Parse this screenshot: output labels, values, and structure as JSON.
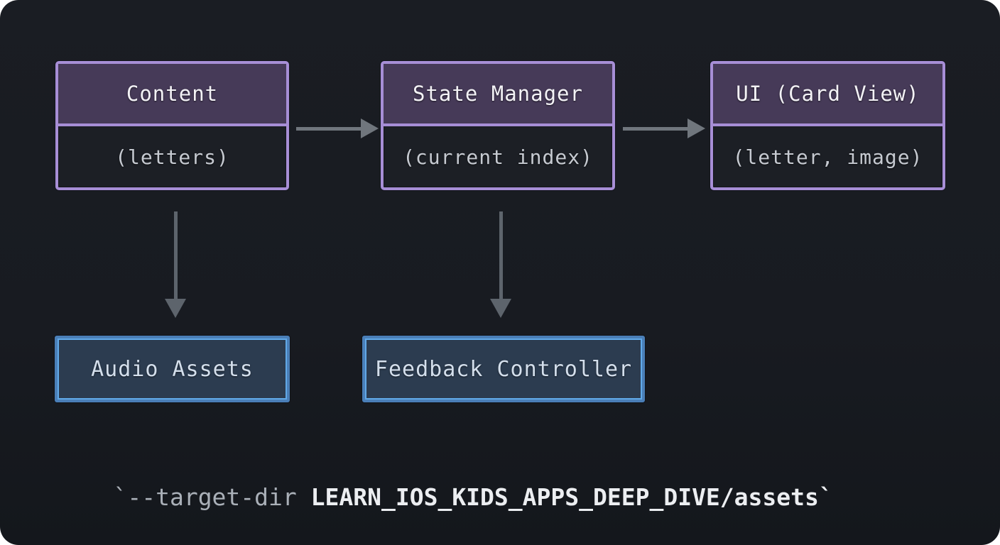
{
  "diagram": {
    "top_boxes": [
      {
        "title": "Content",
        "subtitle": "(letters)"
      },
      {
        "title": "State Manager",
        "subtitle": "(current index)"
      },
      {
        "title": "UI (Card View)",
        "subtitle": "(letter, image)"
      }
    ],
    "bottom_boxes": [
      {
        "label": "Audio Assets"
      },
      {
        "label": "Feedback Controller"
      }
    ],
    "connections": [
      {
        "from": "Content",
        "to": "State Manager",
        "direction": "right"
      },
      {
        "from": "State Manager",
        "to": "UI (Card View)",
        "direction": "right"
      },
      {
        "from": "Content",
        "to": "Audio Assets",
        "direction": "down"
      },
      {
        "from": "State Manager",
        "to": "Feedback Controller",
        "direction": "down"
      }
    ],
    "code_line": {
      "prefix": "`--target-dir ",
      "highlight": "LEARN_IOS_KIDS_APPS_DEEP_DIVE/assets`"
    },
    "colors": {
      "background": "#191c22",
      "purple_border": "#a78ed6",
      "purple_header_fill": "#463a58",
      "blue_border": "#61a9e8",
      "blue_fill": "#2c3c50",
      "arrow_gray": "#70767d",
      "header_text": "#f3f2f6",
      "body_text": "#c6cad1",
      "code_dim": "#aab0b8",
      "code_bright": "#eceef1"
    }
  }
}
